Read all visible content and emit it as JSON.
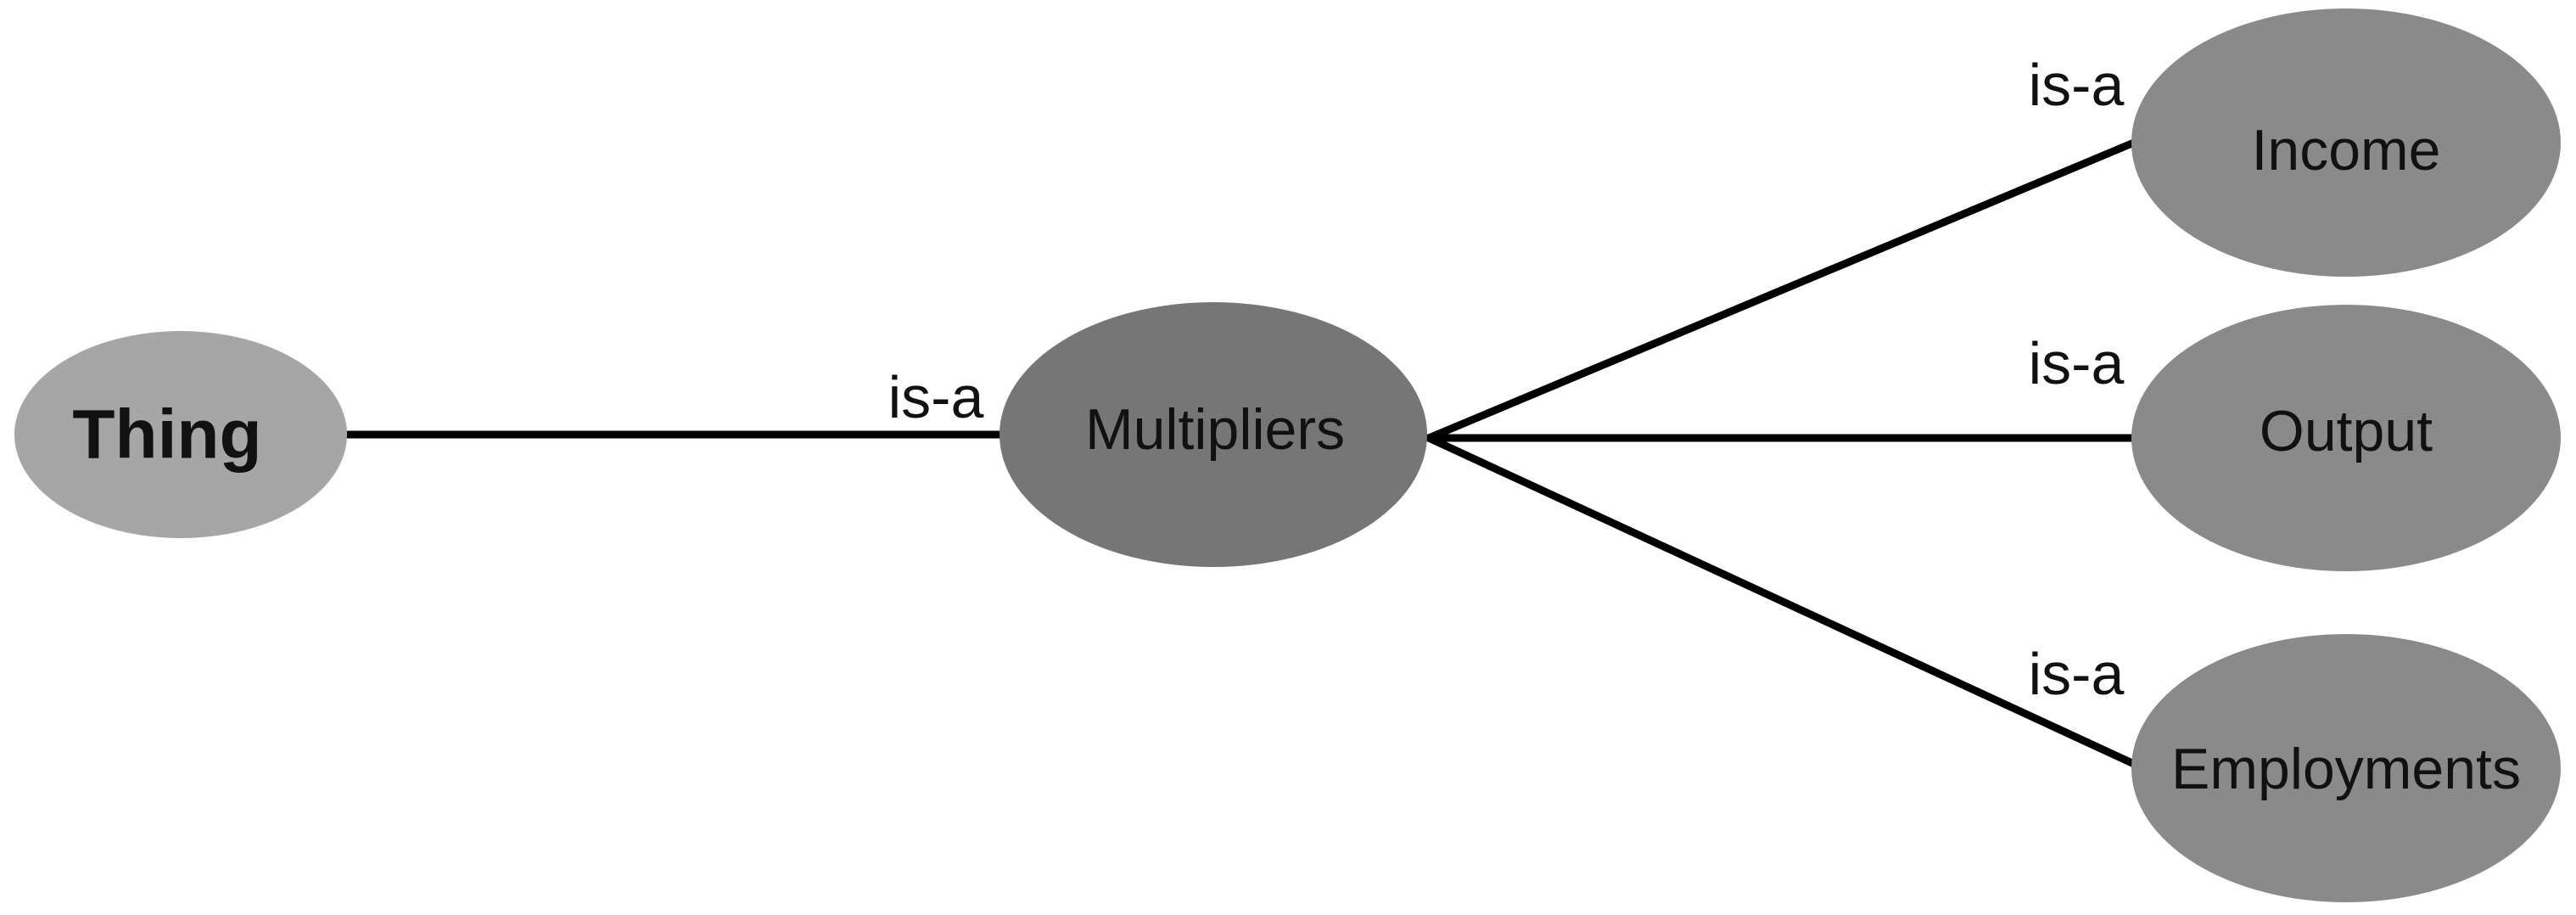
{
  "diagram": {
    "colors": {
      "root_node": "#a6a6a6",
      "mid_node": "#767676",
      "leaf_node": "#8a8a8a",
      "edge": "#000000",
      "text": "#111111",
      "background": "#ffffff"
    },
    "nodes": {
      "thing": {
        "label": "Thing"
      },
      "multipliers": {
        "label": "Multipliers"
      },
      "income": {
        "label": "Income"
      },
      "output": {
        "label": "Output"
      },
      "employments": {
        "label": "Employments"
      }
    },
    "edges": {
      "multipliers_thing": {
        "label": "is-a"
      },
      "income_multipliers": {
        "label": "is-a"
      },
      "output_multipliers": {
        "label": "is-a"
      },
      "employments_multipliers": {
        "label": "is-a"
      }
    }
  }
}
